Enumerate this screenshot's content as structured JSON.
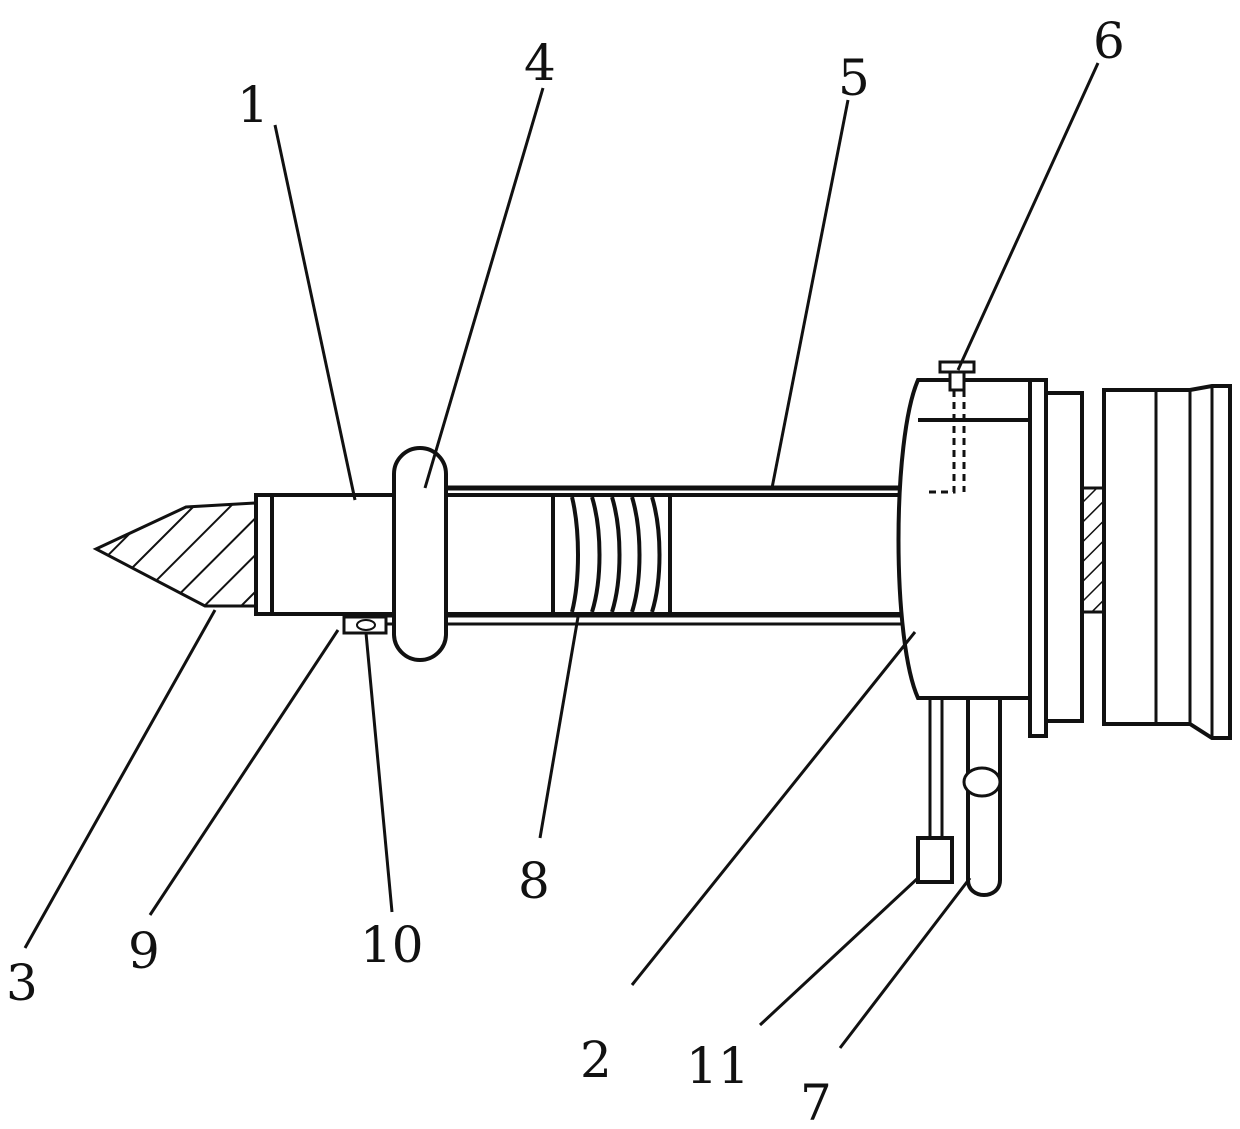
{
  "labels": {
    "l1": "1",
    "l2": "2",
    "l3": "3",
    "l4": "4",
    "l5": "5",
    "l6": "6",
    "l7": "7",
    "l8": "8",
    "l9": "9",
    "l10": "10",
    "l11": "11"
  },
  "colors": {
    "line": "#111111",
    "background": "#ffffff"
  }
}
